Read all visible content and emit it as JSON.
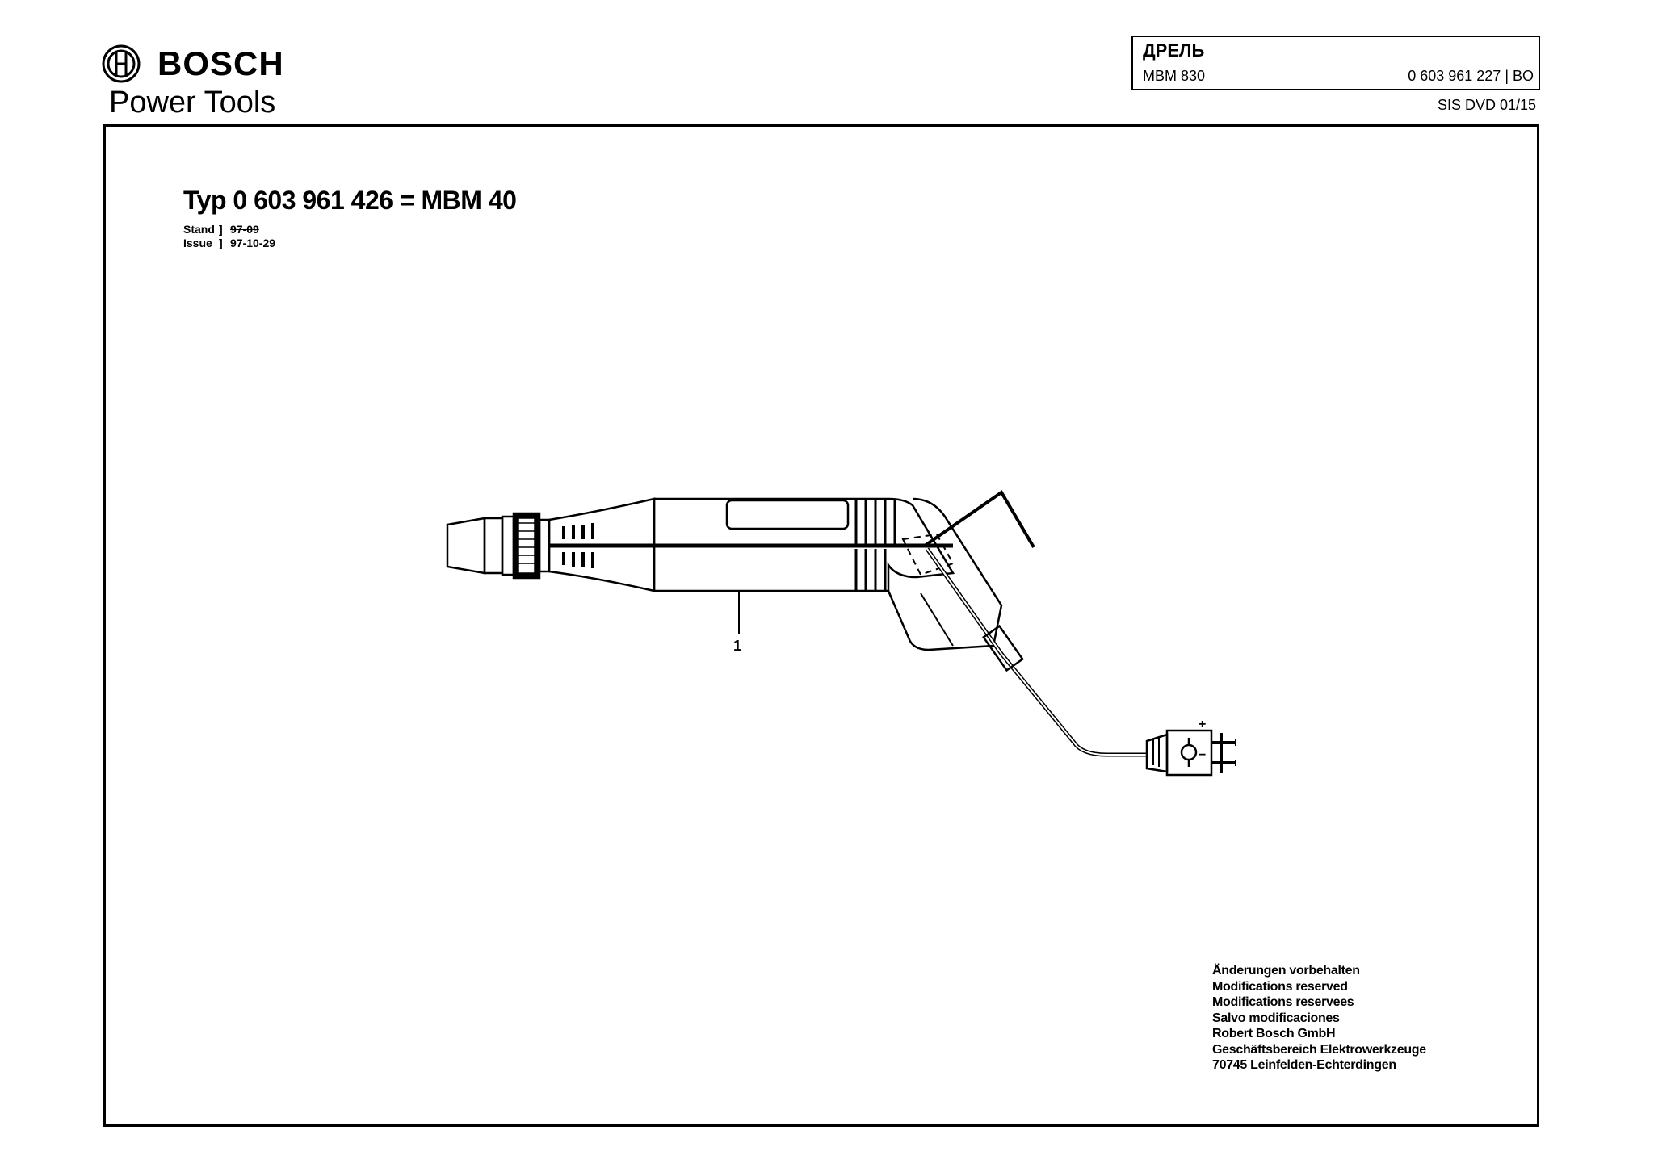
{
  "brand": {
    "name": "BOSCH",
    "tagline": "Power Tools"
  },
  "titleblock": {
    "title": "ДРЕЛЬ",
    "model": "MBM 830",
    "part_number": "0 603 961 227 | BO",
    "edition": "SIS DVD 01/15"
  },
  "sheet": {
    "heading": "Typ 0 603 961 426 = MBM 40",
    "stand_label": "Stand",
    "stand_value": "97-09",
    "issue_label": "Issue",
    "issue_value": "97-10-29",
    "callout": "1",
    "plug_plus": "+",
    "plug_minus": "−"
  },
  "notice": [
    "Änderungen vorbehalten",
    "Modifications reserved",
    "Modifications reservees",
    "Salvo modificaciones",
    "Robert Bosch GmbH",
    "Geschäftsbereich Elektrowerkzeuge",
    "70745 Leinfelden-Echterdingen"
  ]
}
